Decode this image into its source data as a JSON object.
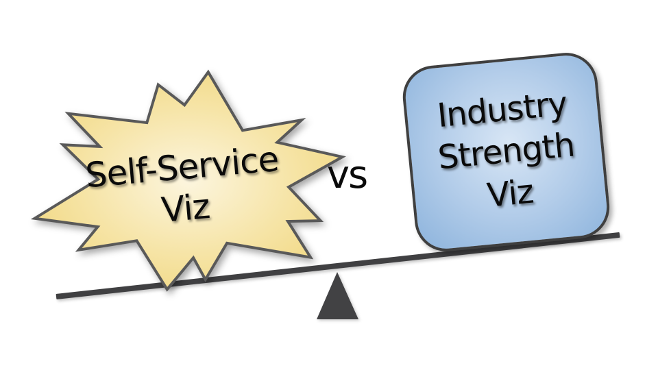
{
  "slide": {
    "background_color": "#FFFFFF",
    "left_shape": {
      "type": "explosion-star",
      "label": "Self-Service Viz",
      "fill_center": "#FCF5DE",
      "fill_mid": "#F6E4A6",
      "fill_edge": "#F0D67C",
      "outline_color": "#595959",
      "text_color": "#0A0A0A"
    },
    "vs_label": "vs",
    "right_shape": {
      "type": "rounded-rectangle",
      "label": "Industry Strength Viz",
      "fill_center": "#D8E6F5",
      "fill_edge": "#8CB3DC",
      "outline_color": "#3F3F3F",
      "text_color": "#0A0A0A"
    },
    "seesaw": {
      "beam_color": "#404042",
      "fulcrum_color": "#424244",
      "tilt_direction": "right-side-down"
    }
  }
}
